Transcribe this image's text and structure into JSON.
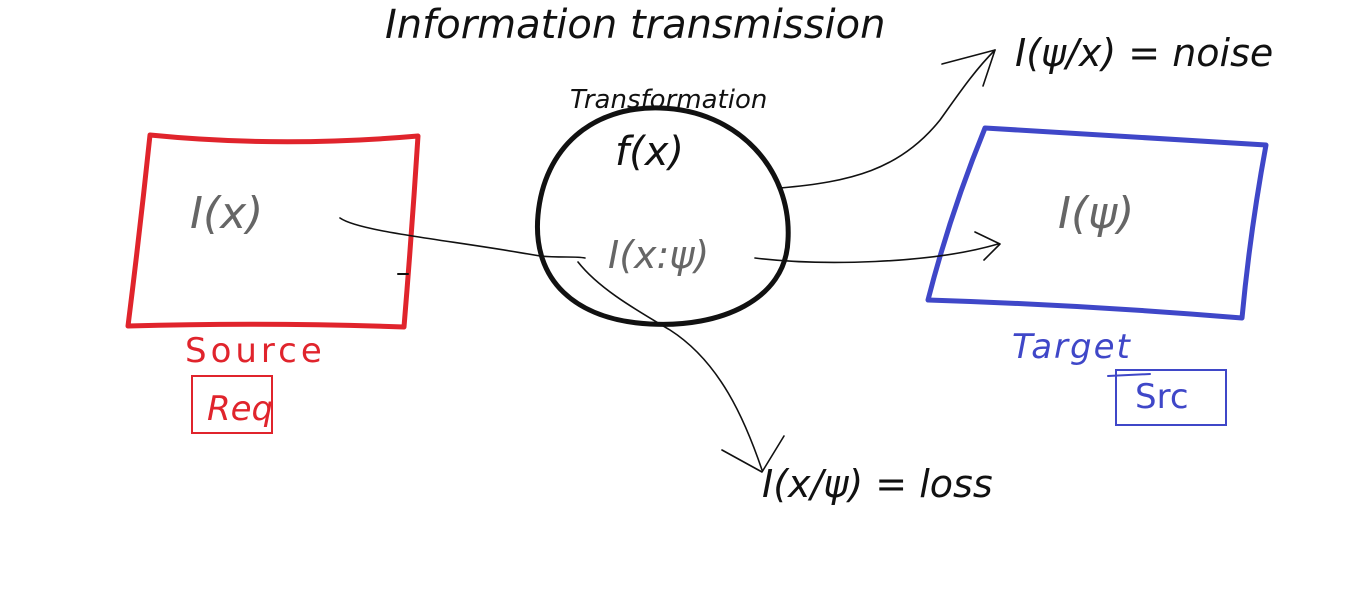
{
  "title": "Information transmission",
  "colors": {
    "ink": "#111111",
    "faded_ink": "#666666",
    "source": "#e0242c",
    "target": "#3f47c8"
  },
  "source": {
    "content": "I(x)",
    "label": "Source",
    "tag": "Req"
  },
  "transformation": {
    "label": "Transformation",
    "function": "f(x)",
    "shared": "I(x:ψ)"
  },
  "target": {
    "content": "I(ψ)",
    "label": "Target",
    "tag": "Src"
  },
  "noise": {
    "text": "I(ψ/x) = noise"
  },
  "loss": {
    "text": "I(x/ψ) = loss"
  }
}
